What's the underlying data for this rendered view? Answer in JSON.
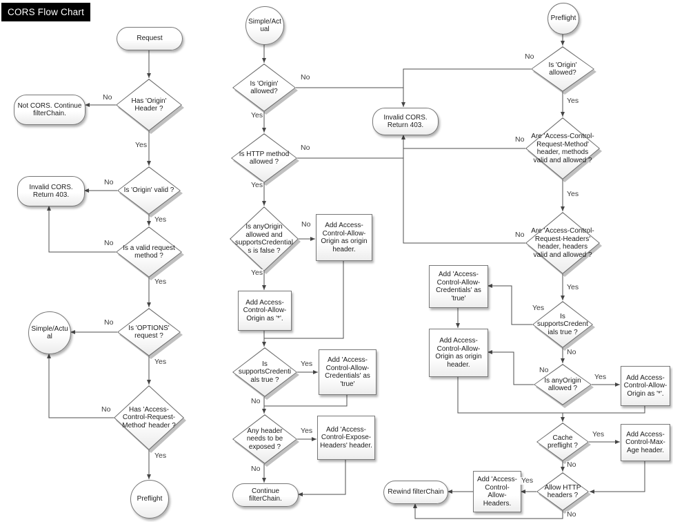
{
  "title": "CORS Flow Chart",
  "labels": {
    "yes": "Yes",
    "no": "No"
  },
  "nodes": {
    "request": "Request",
    "has_origin_header": "Has 'Origin' Header ?",
    "not_cors": "Not CORS. Continue filterChain.",
    "is_origin_valid": "Is 'Origin' valid ?",
    "invalid_cors_left": "Invalid CORS. Return 403.",
    "is_valid_method": "Is a valid request method ?",
    "is_options_request": "Is 'OPTIONS' request ?",
    "simple_actual_left": "Simple/Actual",
    "has_acrm_header": "Has 'Access-Control-Request-Method' header ?",
    "preflight_left": "Preflight",
    "simple_actual_top": "Simple/Actual",
    "sa_is_origin_allowed": "Is 'Origin' allowed?",
    "sa_is_method_allowed": "Is HTTP method allowed ?",
    "sa_anyorigin_credentials": "Is anyOrigin allowed and supportsCredentials is false ?",
    "sa_add_origin_header": "Add Access-Control-Allow-Origin as origin header.",
    "sa_add_origin_star": "Add Access-Control-Allow-Origin as '*'.",
    "sa_supports_credentials": "Is supportsCredentials true ?",
    "sa_add_credentials": "Add 'Access-Control-Allow-Credentials' as 'true'",
    "sa_any_header_exposed": "Any header needs to be exposed ?",
    "sa_add_expose_headers": "Add 'Access-Control-Expose-Headers' header.",
    "continue_filterchain": "Continue filterChain.",
    "invalid_cors_mid": "Invalid CORS. Return 403.",
    "preflight_top": "Preflight",
    "pf_is_origin_allowed": "Is 'Origin' allowed?",
    "pf_acrm_valid": "Are 'Access-Control-Request-Method' header, methods  valid and allowed ?",
    "pf_acrh_valid": "Are 'Access-Control-Request-Headers' header, headers valid and allowed ?",
    "pf_supports_credentials": "Is supportsCredentials true ?",
    "pf_add_credentials": "Add 'Access-Control-Allow-Credentials' as 'true'",
    "pf_add_origin_header": "Add Access-Control-Allow-Origin as origin header.",
    "pf_is_anyorigin": "Is anyOrigin allowed ?",
    "pf_add_origin_star": "Add Access-Control-Allow-Origin as '*'.",
    "pf_cache_preflight": "Cache preflight ?",
    "pf_add_maxage": "Add Access-Control-Max-Age header.",
    "pf_allow_http_headers": "Allow HTTP headers ?",
    "pf_add_allow_headers": "Add 'Access-Control-Allow-Headers.",
    "rewind_filterchain": "Rewind filterChain"
  }
}
